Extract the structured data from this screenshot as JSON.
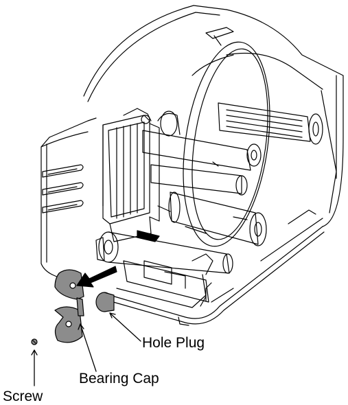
{
  "callouts": {
    "hole_plug": "Hole Plug",
    "bearing_cap": "Bearing Cap",
    "screw": "Screw"
  },
  "colors": {
    "line": "#000000",
    "part_fill": "#8c8c8c",
    "background": "#ffffff"
  },
  "icons": [
    "printer-illustration",
    "removal-arrow-icon"
  ]
}
